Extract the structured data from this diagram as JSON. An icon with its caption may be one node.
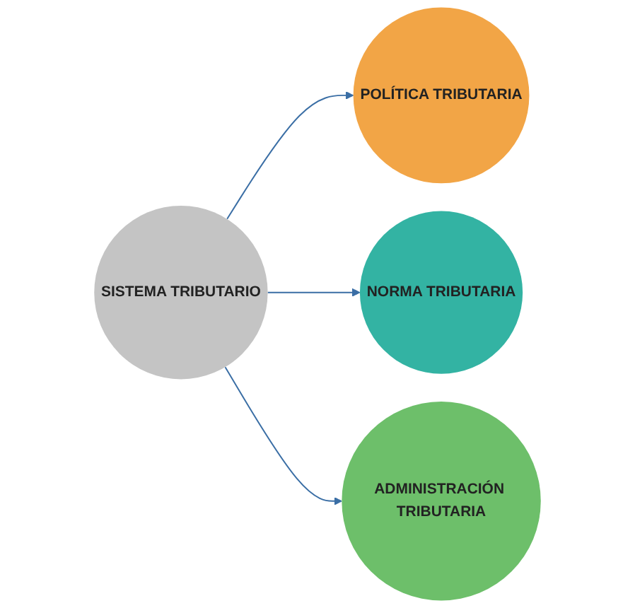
{
  "diagram": {
    "nodes": [
      {
        "text": [
          "SISTEMA TRIBUTARIO"
        ]
      },
      {
        "text": [
          "POLÍTICA TRIBUTARIA"
        ]
      },
      {
        "text": [
          "NORMA TRIBUTARIA"
        ]
      },
      {
        "text": [
          "ADMINISTRACIÓN TRIBUTARIA"
        ]
      }
    ],
    "edges": [
      {
        "from": 0,
        "to": 1,
        "arrow": "to"
      },
      {
        "from": 0,
        "to": 2,
        "arrow": "to"
      },
      {
        "from": 0,
        "to": 3,
        "arrow": "to"
      }
    ]
  }
}
